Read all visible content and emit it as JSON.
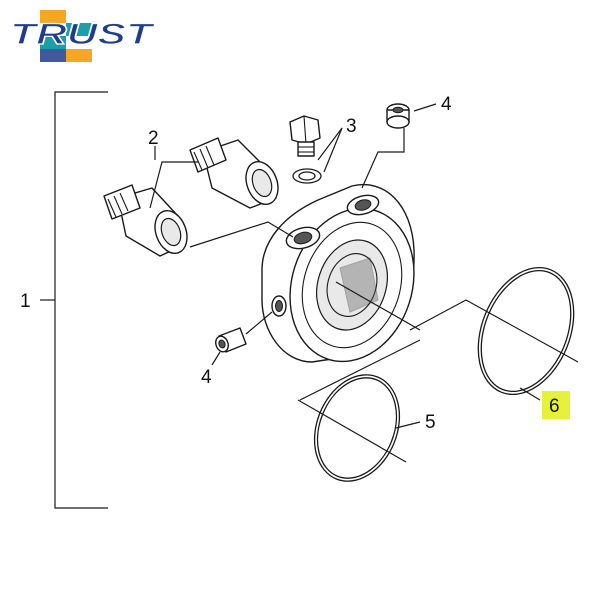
{
  "brand": {
    "logo_text": "TRUST",
    "colors": {
      "navy": "#1f3d8c",
      "orange": "#f5a623",
      "teal": "#1aa0a8",
      "highlight": "#e6f23a"
    }
  },
  "callouts": {
    "assembly": "1",
    "fitting": "2",
    "plug_bolt": "3",
    "set_screw_top": "4",
    "set_screw_side": "4",
    "o_ring_small": "5",
    "o_ring_large": "6"
  },
  "highlighted_callout": "6"
}
